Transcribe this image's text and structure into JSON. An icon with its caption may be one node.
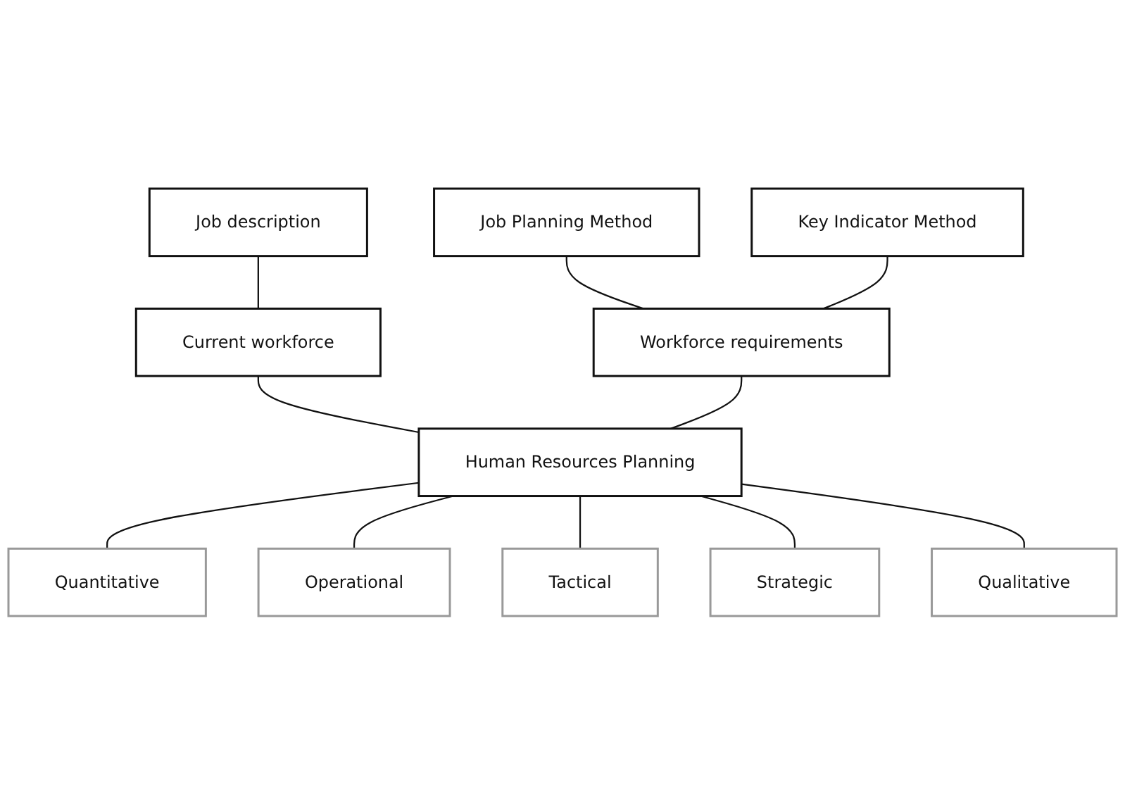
{
  "diagram": {
    "nodes": [
      {
        "text": [
          "Job Planning Method"
        ]
      },
      {
        "text": [
          "Key Indicator Method"
        ]
      },
      {
        "text": [
          "Job description"
        ]
      },
      {
        "text": [
          "Current workforce"
        ]
      },
      {
        "text": [
          "Workforce requirements"
        ]
      },
      {
        "text": [
          "Human Resources Planning"
        ]
      },
      {
        "text": [
          "Quantitative"
        ]
      },
      {
        "text": [
          "Qualitative"
        ]
      },
      {
        "text": [
          "Operational"
        ]
      },
      {
        "text": [
          "Strategic"
        ]
      },
      {
        "text": [
          "Tactical"
        ]
      }
    ],
    "edges": [
      {
        "from": 2,
        "to": 3,
        "arrow": "none"
      },
      {
        "from": 0,
        "to": 4,
        "arrow": "none"
      },
      {
        "from": 1,
        "to": 4,
        "arrow": "none"
      },
      {
        "from": 3,
        "to": 5,
        "arrow": "none"
      },
      {
        "from": 4,
        "to": 5,
        "arrow": "none"
      },
      {
        "from": 5,
        "to": 6,
        "arrow": "none"
      },
      {
        "from": 5,
        "to": 8,
        "arrow": "none"
      },
      {
        "from": 5,
        "to": 10,
        "arrow": "none"
      },
      {
        "from": 5,
        "to": 9,
        "arrow": "none"
      },
      {
        "from": 5,
        "to": 7,
        "arrow": "none"
      }
    ]
  }
}
